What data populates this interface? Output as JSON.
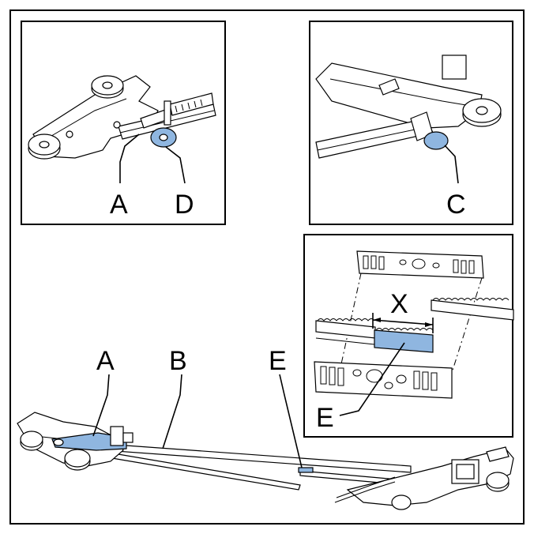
{
  "callouts": {
    "detail_top_left": {
      "a": "A",
      "d": "D"
    },
    "detail_top_right": {
      "c": "C"
    },
    "detail_belt": {
      "x": "X",
      "e": "E"
    },
    "main": {
      "a": "A",
      "b": "B",
      "e": "E"
    }
  },
  "colors": {
    "highlight": "#8fb6e0",
    "line": "#000000",
    "background": "#ffffff"
  }
}
